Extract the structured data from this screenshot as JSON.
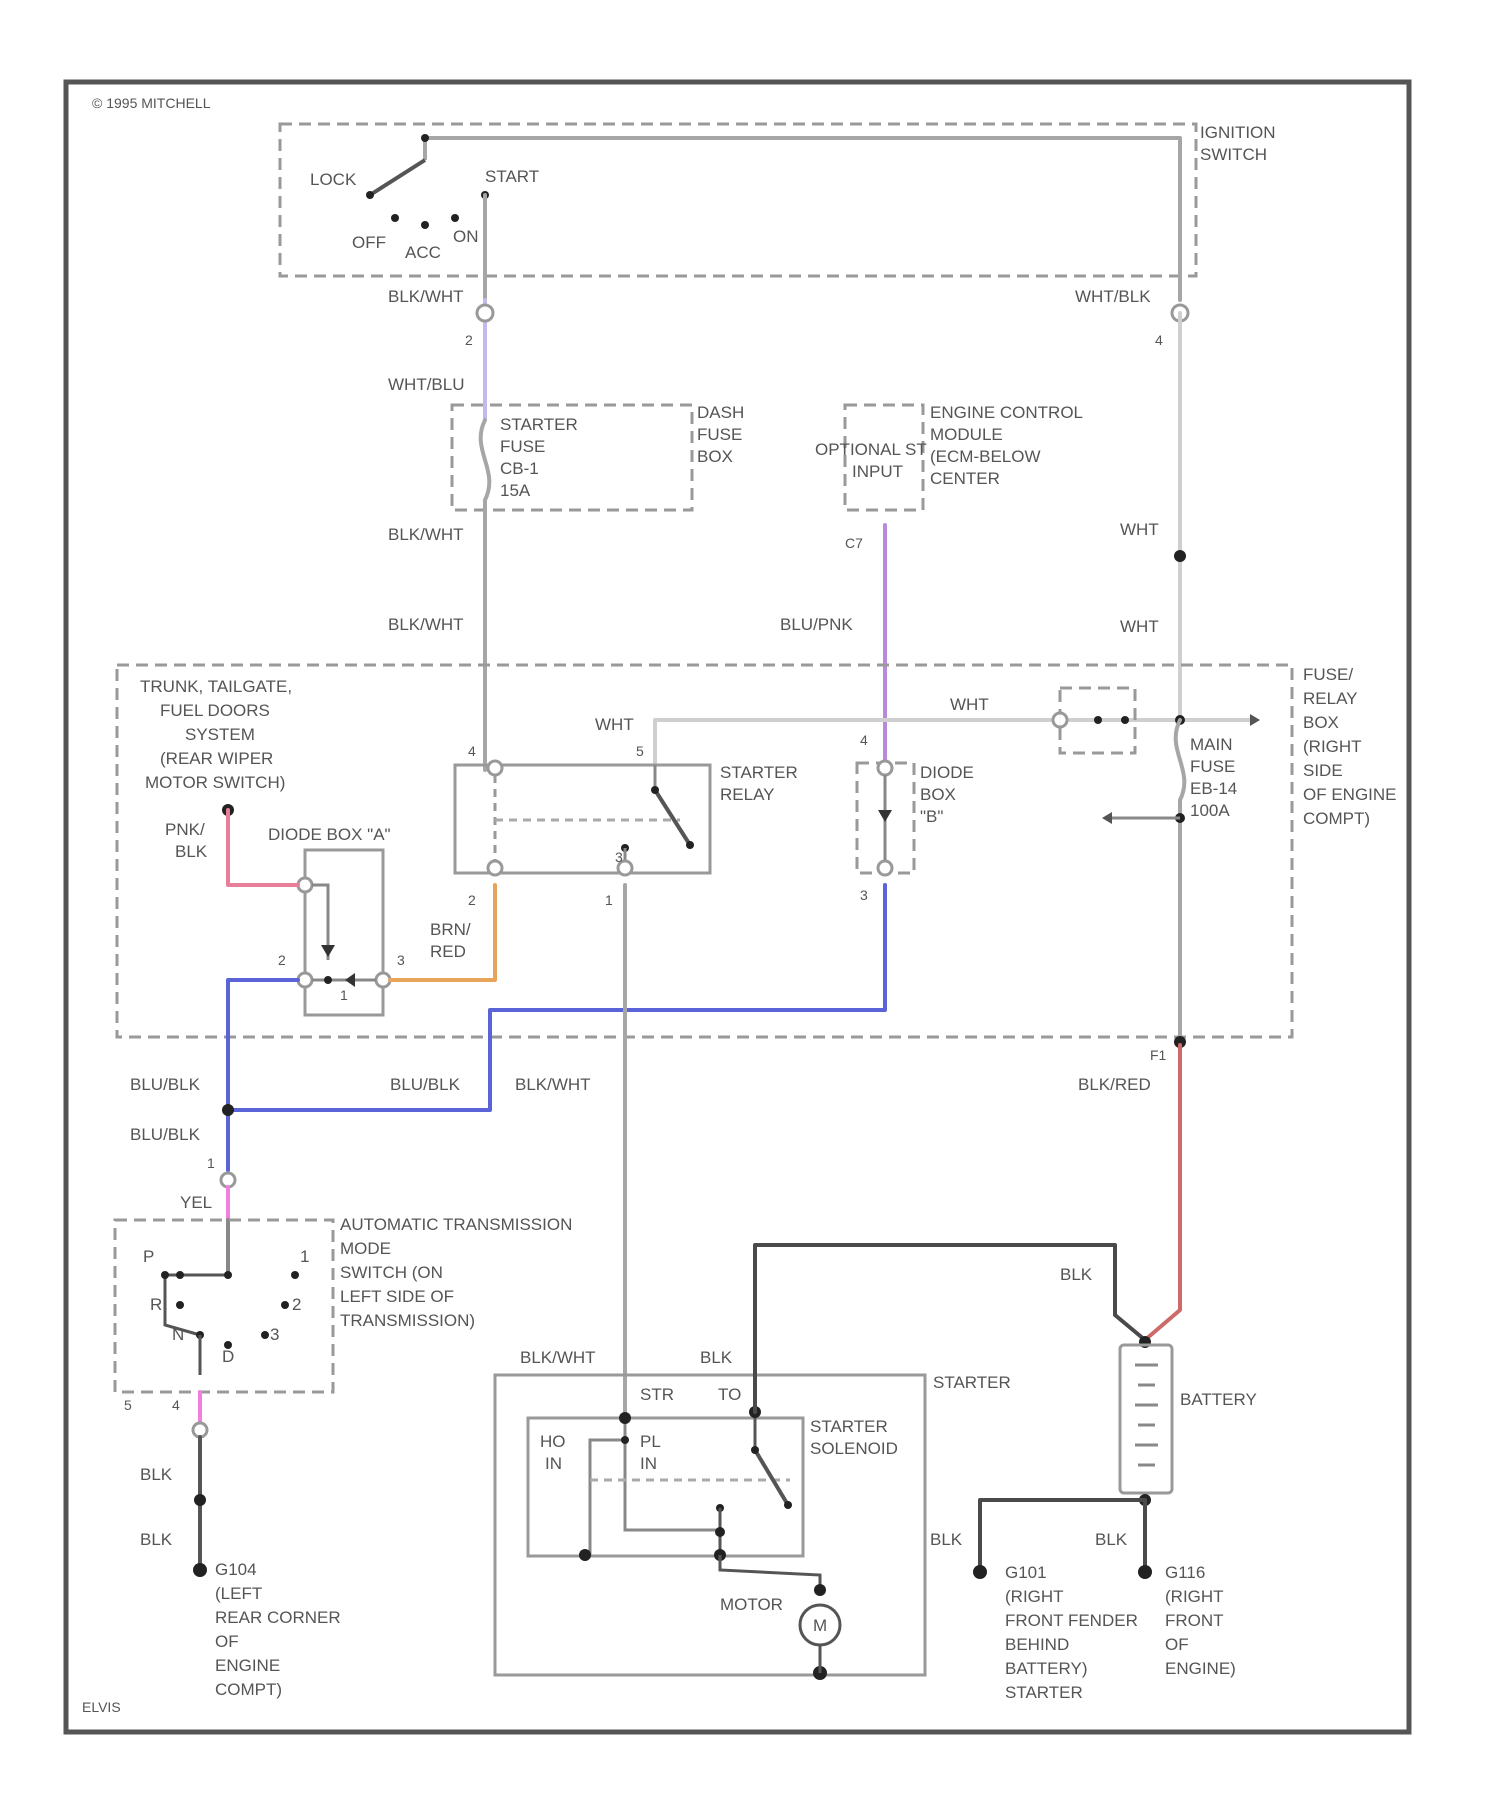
{
  "header": {
    "copyright": "© 1995 MITCHELL"
  },
  "footer": {
    "code": "ELVIS"
  },
  "components": {
    "ignition_switch": {
      "label": [
        "IGNITION",
        "SWITCH"
      ],
      "positions": [
        "LOCK",
        "START",
        "OFF",
        "ACC",
        "ON"
      ]
    },
    "dash_fuse_box": {
      "label": [
        "DASH",
        "FUSE",
        "BOX"
      ],
      "fuse": [
        "STARTER",
        "FUSE",
        "CB-1",
        "15A"
      ]
    },
    "ecm": {
      "label": [
        "ENGINE CONTROL",
        "MODULE",
        "(ECM-BELOW",
        "CENTER"
      ],
      "input": [
        "OPTIONAL ST",
        "INPUT"
      ],
      "pin": "C7"
    },
    "fuse_relay_box": {
      "label": [
        "FUSE/",
        "RELAY",
        "BOX",
        "(RIGHT",
        "SIDE",
        "OF ENGINE",
        "COMPT)"
      ]
    },
    "trunk_system": {
      "label": [
        "TRUNK, TAILGATE,",
        "FUEL DOORS",
        "SYSTEM",
        "(REAR WIPER",
        "MOTOR SWITCH)"
      ]
    },
    "diode_box_a": {
      "label": "DIODE BOX \"A\""
    },
    "starter_relay": {
      "label": [
        "STARTER",
        "RELAY"
      ]
    },
    "diode_box_b": {
      "label": [
        "DIODE",
        "BOX",
        "\"B\""
      ]
    },
    "main_fuse": {
      "label": [
        "MAIN",
        "FUSE",
        "EB-14",
        "100A"
      ]
    },
    "trans_switch": {
      "label": [
        "AUTOMATIC TRANSMISSION",
        "MODE",
        "SWITCH (ON",
        "LEFT SIDE OF",
        "TRANSMISSION)"
      ],
      "positions": [
        "P",
        "1",
        "R",
        "2",
        "N",
        "3",
        "D"
      ]
    },
    "starter": {
      "label": "STARTER",
      "solenoid": [
        "STARTER",
        "SOLENOID"
      ],
      "motor": "MOTOR",
      "terminals": [
        "STR",
        "TO"
      ],
      "hold_in": [
        "HO",
        "IN"
      ],
      "pull_in": [
        "PL",
        "IN"
      ]
    },
    "battery": {
      "label": "BATTERY"
    },
    "ground_g104": {
      "label": [
        "G104",
        "(LEFT",
        "REAR CORNER",
        "OF",
        "ENGINE",
        "COMPT)"
      ]
    },
    "ground_g101": {
      "label": [
        "G101",
        "(RIGHT",
        "FRONT FENDER",
        "BEHIND",
        "BATTERY)",
        "STARTER"
      ]
    },
    "ground_g116": {
      "label": [
        "G116",
        "(RIGHT",
        "FRONT",
        "OF",
        "ENGINE)"
      ]
    }
  },
  "wire_labels": {
    "blk_wht_1": "BLK/WHT",
    "wht_blk": "WHT/BLK",
    "wht_blu": "WHT/BLU",
    "blk_wht_2": "BLK/WHT",
    "wht_1": "WHT",
    "blk_wht_3": "BLK/WHT",
    "blu_pnk": "BLU/PNK",
    "wht_2": "WHT",
    "wht_3": "WHT",
    "wht_4": "WHT",
    "pnk_blk": [
      "PNK/",
      "BLK"
    ],
    "brn_red": [
      "BRN/",
      "RED"
    ],
    "blu_blk_1": "BLU/BLK",
    "blu_blk_2": "BLU/BLK",
    "blk_wht_4": "BLK/WHT",
    "blk_red": "BLK/RED",
    "blu_blk_3": "BLU/BLK",
    "yel": "YEL",
    "blk_1": "BLK",
    "blk_wht_5": "BLK/WHT",
    "blk_2": "BLK",
    "blk_3": "BLK",
    "blk_4": "BLK",
    "blk_5": "BLK",
    "blk_6": "BLK"
  },
  "pin_numbers": {
    "ign_left": "2",
    "ign_right": "4",
    "relay_4": "4",
    "relay_5": "5",
    "relay_2": "2",
    "relay_1": "1",
    "relay_3": "3",
    "diode_b_4": "4",
    "diode_b_3": "3",
    "diode_a_1": "1",
    "diode_a_2": "2",
    "diode_a_3": "3",
    "f1": "F1",
    "trans_1": "1",
    "trans_5": "5",
    "trans_4": "4"
  },
  "wire_colors": {
    "gray": "#a6a6a6",
    "violet": "#b98ad9",
    "blue": "#5a63d8",
    "orange": "#e9a45c",
    "pink": "#e87f9a",
    "magenta": "#f07fe0",
    "red": "#cd6a6a",
    "dark": "#4a4a4a",
    "light_violet": "#c6b8ee"
  }
}
